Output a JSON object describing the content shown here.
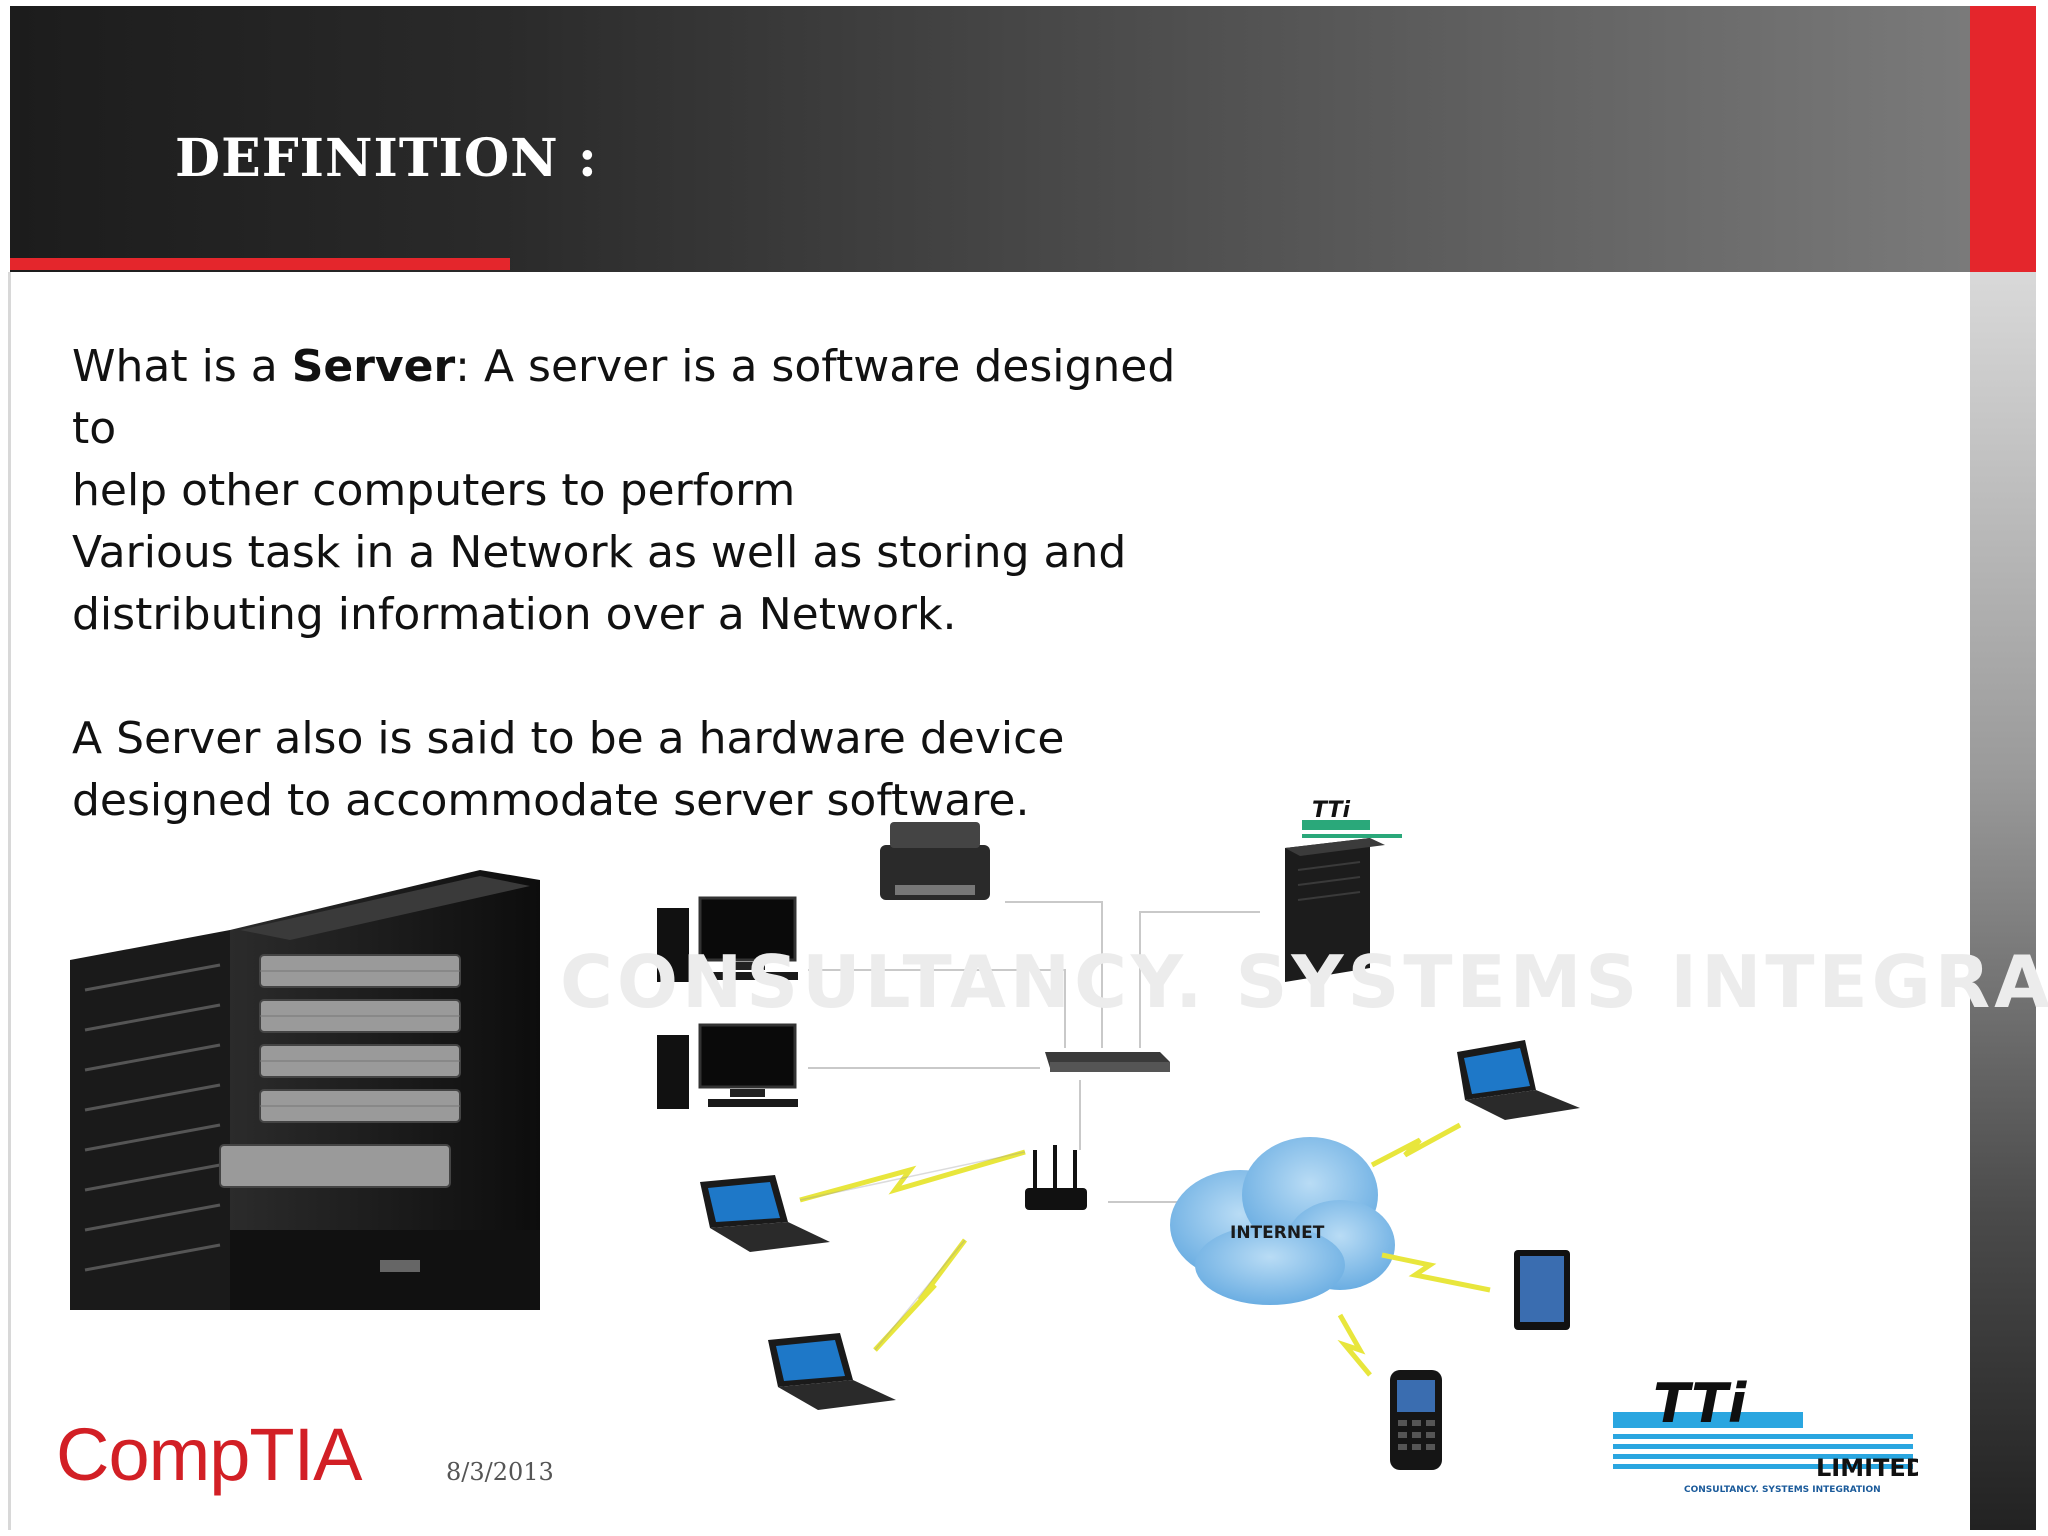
{
  "slide": {
    "title": "DEFINITION :",
    "paragraph1": {
      "prefix": "What is a ",
      "bold": "Server",
      "rest_line1": ": A server is a software designed to",
      "line2": "help other computers to perform",
      "line3": "Various task in a Network as well as storing and",
      "line4": "distributing information over a Network."
    },
    "paragraph2": {
      "line1": "A Server also is said to be a hardware device",
      "line2": "designed to accommodate server software."
    },
    "diagram": {
      "internet_label": "INTERNET",
      "small_logo_text": "TTi"
    },
    "footer": {
      "comptia_logo": "CompTIA",
      "date": "8/3/2013",
      "tti_logo_text": "TTi",
      "tti_limited": "LIMITED",
      "tti_tagline": "CONSULTANCY. SYSTEMS INTEGRATION"
    },
    "colors": {
      "accent_red": "#e4262c",
      "header_dark": "#1c1c1c",
      "tti_blue": "#2aa6e0"
    }
  }
}
